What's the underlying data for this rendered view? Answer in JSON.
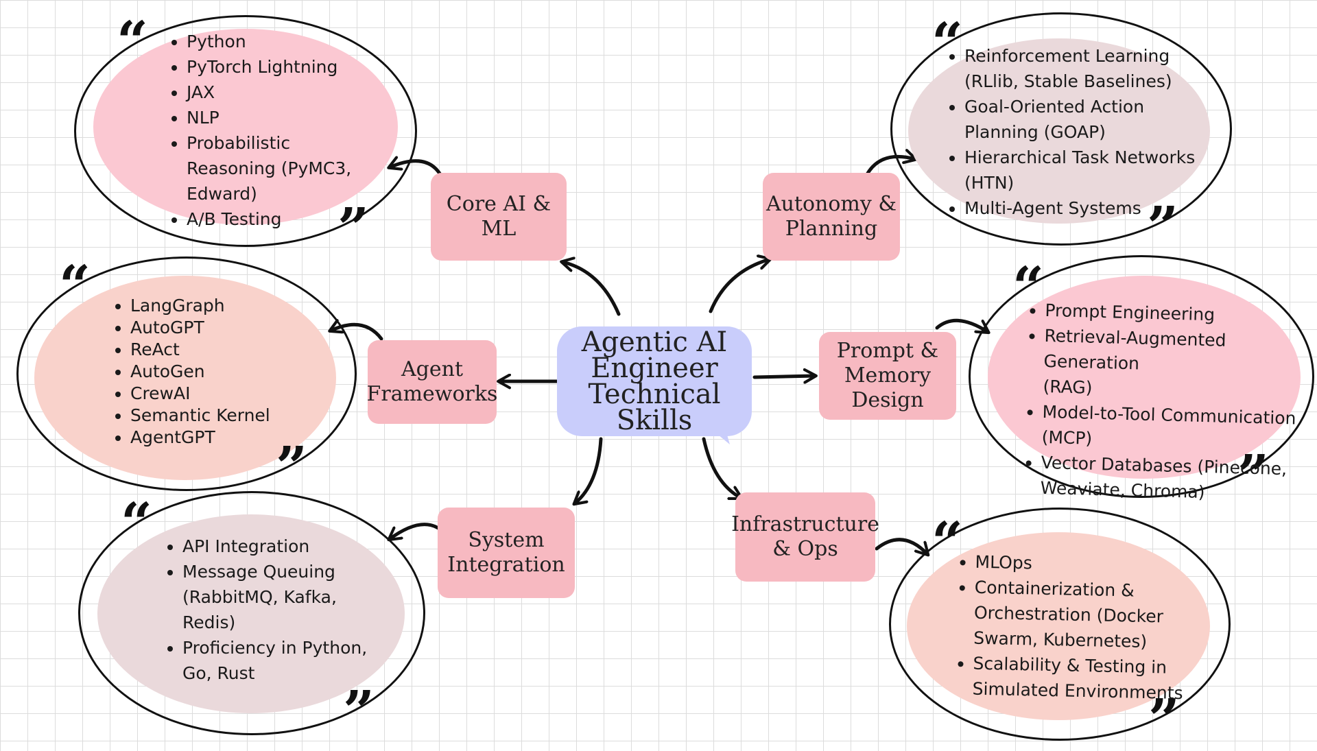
{
  "center": {
    "title": "Agentic AI\nEngineer\nTechnical\nSkills",
    "fill": "#c9cdfb"
  },
  "categories": {
    "core": {
      "label": "Core AI & ML"
    },
    "autonomy": {
      "label": "Autonomy &\nPlanning"
    },
    "agent": {
      "label": "Agent\nFrameworks"
    },
    "prompt": {
      "label": "Prompt &\nMemory\nDesign"
    },
    "system": {
      "label": "System\nIntegration"
    },
    "infra": {
      "label": "Infrastructure\n& Ops"
    }
  },
  "lists": {
    "core": [
      "Python",
      "PyTorch Lightning",
      "JAX",
      "NLP",
      "Probabilistic",
      "Reasoning (PyMC3,",
      "Edward)",
      "A/B Testing"
    ],
    "autonomy": [
      "Reinforcement Learning",
      "(RLlib, Stable Baselines)",
      "Goal-Oriented Action",
      "Planning (GOAP)",
      "Hierarchical Task Networks",
      "(HTN)",
      "Multi-Agent Systems"
    ],
    "agent": [
      "LangGraph",
      "AutoGPT",
      "ReAct",
      "AutoGen",
      "CrewAI",
      "Semantic Kernel",
      "AgentGPT"
    ],
    "prompt": [
      "Prompt Engineering",
      "Retrieval-Augmented Generation",
      "(RAG)",
      "Model-to-Tool Communication",
      "(MCP)",
      "Vector Databases (Pinecone,",
      "Weaviate, Chroma)"
    ],
    "system": [
      "API Integration",
      "Message Queuing",
      "(RabbitMQ, Kafka,",
      "Redis)",
      "Proficiency in Python,",
      "Go, Rust"
    ],
    "infra": [
      "MLOps",
      "Containerization &",
      "Orchestration (Docker",
      "Swarm, Kubernetes)",
      "Scalability & Testing in",
      "Simulated Environments"
    ]
  },
  "quotes": {
    "open": "“",
    "close": "”"
  },
  "colors": {
    "category_box": "#f7b9c1",
    "pink": "#fbc8d2",
    "peach": "#f9d2cb",
    "mauve": "#ead9db",
    "grid": "#dcdcdc"
  }
}
